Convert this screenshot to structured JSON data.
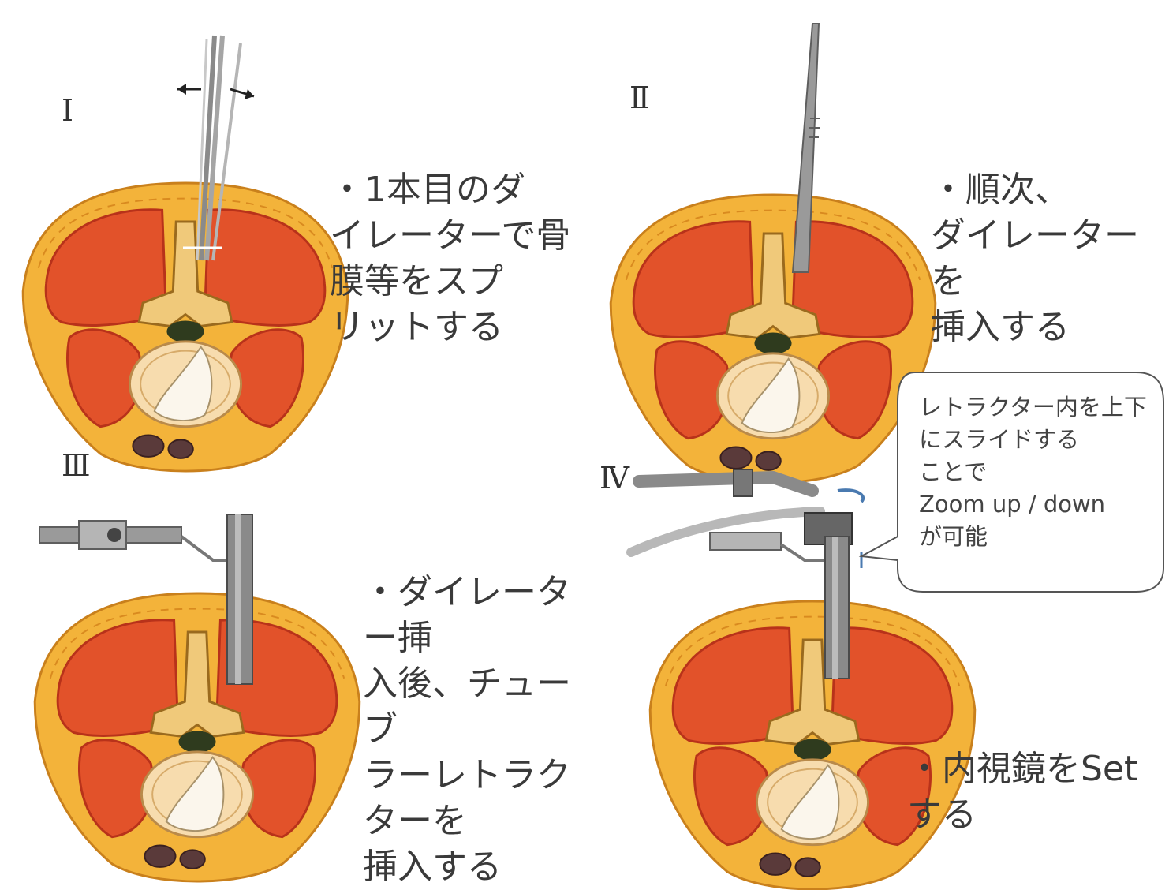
{
  "panels": [
    {
      "id": "I",
      "label": "I",
      "caption": "・1本目のダ\nイレーターで骨\n膜等をスプ\nリットする"
    },
    {
      "id": "II",
      "label": "Ⅱ",
      "caption": "・順次、\nダイレーターを\n挿入する"
    },
    {
      "id": "III",
      "label": "Ⅲ",
      "caption": "・ダイレーター挿\n入後、チューブ\nラーレトラクターを\n挿入する"
    },
    {
      "id": "IV",
      "label": "Ⅳ",
      "caption": "・内視鏡をSet\nする",
      "callout": "レトラクター内を上下\nにスライドする\nことで\nZoom up / down\nが可能"
    }
  ],
  "colors": {
    "fat": "#f3b33a",
    "fat_dark": "#d98a1f",
    "muscle": "#e2522a",
    "muscle_dark": "#b8321a",
    "bone": "#f0c97a",
    "disc": "#f7dcae",
    "nucleus": "#fbf6ec",
    "instrument": "#9a9a9a",
    "instrument_dark": "#5e5e5e",
    "outline": "#7a3a14"
  }
}
